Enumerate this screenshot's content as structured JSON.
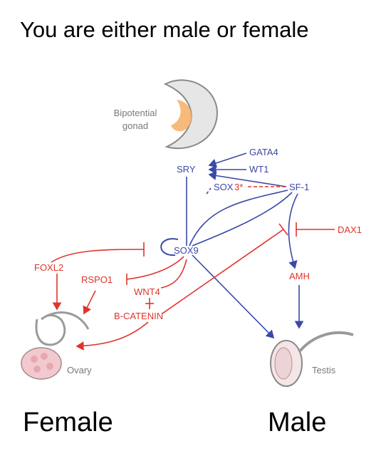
{
  "meme": {
    "title": "You are either male or female",
    "label_left": "Female",
    "label_right": "Male"
  },
  "diagram": {
    "bipotential_line1": "Bipotential",
    "bipotential_line2": "gonad",
    "nodes": {
      "gata4": "GATA4",
      "sry": "SRY",
      "wt1": "WT1",
      "sox3_a": "SOX",
      "sox3_b": "3*",
      "sf1": "SF-1",
      "dax1": "DAX1",
      "sox9": "SOX9",
      "foxl2": "FOXL2",
      "rspo1": "RSPO1",
      "amh": "AMH",
      "wnt4": "WNT4",
      "bcatenin": "B-CATENIN"
    },
    "ovary_label": "Ovary",
    "testis_label": "Testis"
  },
  "colors": {
    "blue": "#3b49a8",
    "red": "#e0342b",
    "gonad_fill": "#f5b26b",
    "organ_outline": "#9a9a9a",
    "ovary_fill": "#f2c9cf"
  }
}
